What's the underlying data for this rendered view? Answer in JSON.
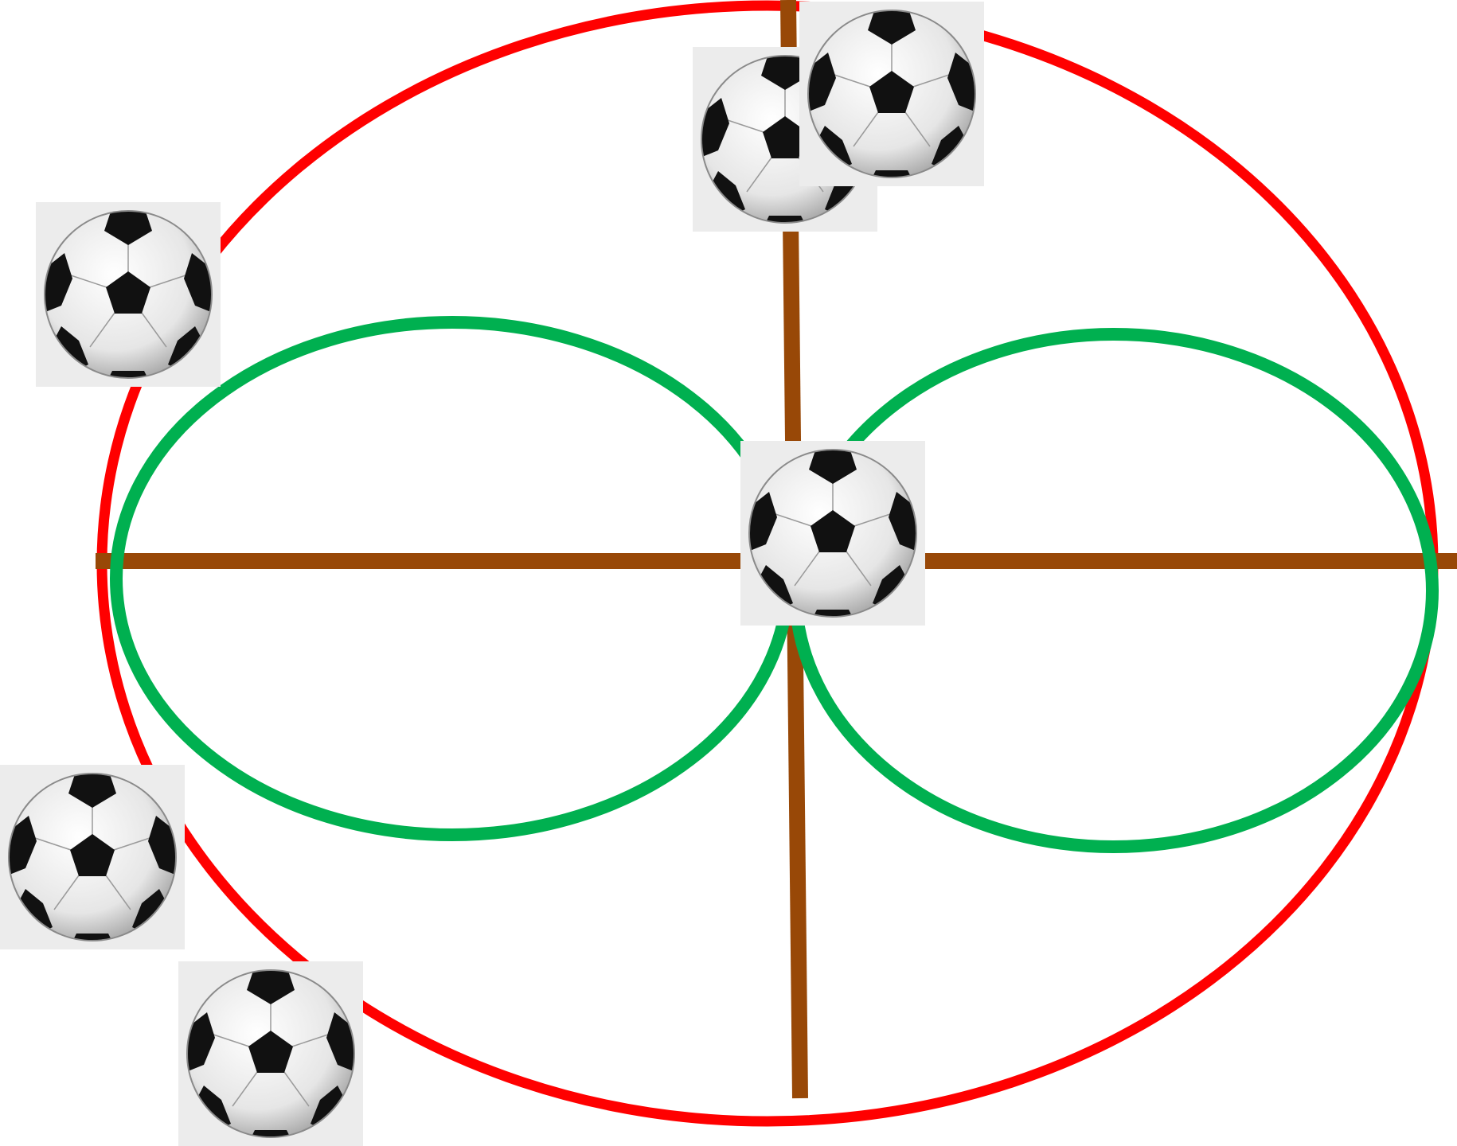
{
  "diagram": {
    "colors": {
      "background": "#ffffff",
      "outer_ring": "#ff0000",
      "inner_rings": "#00b050",
      "axis_lines": "#984807",
      "ball_tile": "#ececec",
      "ball_white": "#f4f4f4",
      "ball_panel": "#111111",
      "ball_seam": "#9a9a9a"
    },
    "outer_ring": {
      "label": "",
      "color": "#ff0000"
    },
    "inner_rings": [
      {
        "name": "left-inner-ring",
        "color": "#00b050"
      },
      {
        "name": "right-inner-ring",
        "color": "#00b050"
      }
    ],
    "axis_lines": [
      {
        "name": "horizontal-axis-line",
        "color": "#984807"
      },
      {
        "name": "vertical-axis-line",
        "color": "#984807"
      }
    ],
    "balls": [
      {
        "name": "soccer-ball-top-left",
        "icon": "soccer-ball-icon"
      },
      {
        "name": "soccer-ball-top-center-back",
        "icon": "soccer-ball-icon"
      },
      {
        "name": "soccer-ball-top-center-front",
        "icon": "soccer-ball-icon"
      },
      {
        "name": "soccer-ball-center",
        "icon": "soccer-ball-icon"
      },
      {
        "name": "soccer-ball-bottom-left",
        "icon": "soccer-ball-icon"
      },
      {
        "name": "soccer-ball-bottom",
        "icon": "soccer-ball-icon"
      }
    ]
  }
}
